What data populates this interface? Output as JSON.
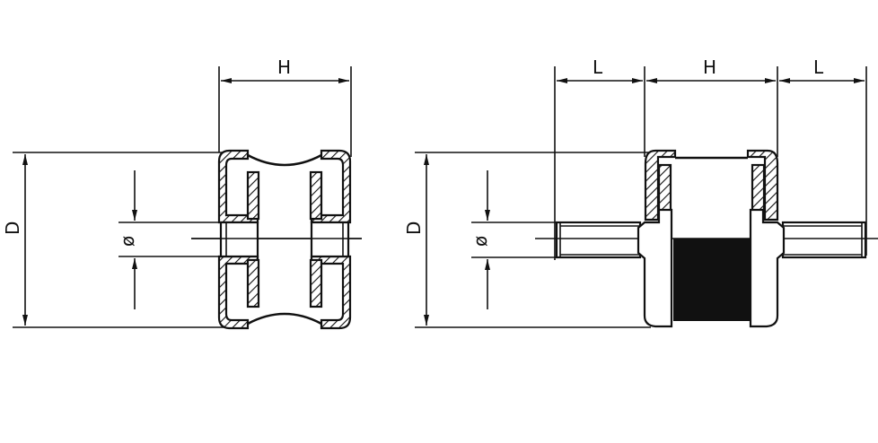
{
  "left_drawing": {
    "labels": {
      "height": "H",
      "diameter": "D",
      "bore": "ø"
    }
  },
  "right_drawing": {
    "labels": {
      "stud_left": "L",
      "height": "H",
      "stud_right": "L",
      "diameter": "D",
      "bore": "ø"
    }
  },
  "colors": {
    "ink": "#111111",
    "paper": "#ffffff"
  }
}
